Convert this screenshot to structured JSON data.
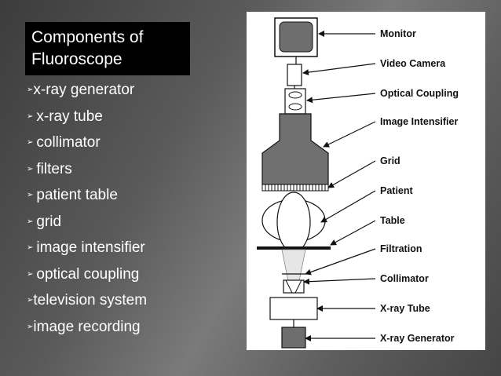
{
  "title": {
    "line1": "Components of",
    "line2": "Fluoroscope"
  },
  "bullets": [
    "x-ray generator",
    "x-ray tube",
    "collimator",
    "filters",
    "patient table",
    "grid",
    "image intensifier",
    "optical coupling",
    "television system",
    "image recording"
  ],
  "diagram": {
    "labels": {
      "monitor": "Monitor",
      "video_camera": "Video Camera",
      "optical_coupling": "Optical Coupling",
      "image_intensifier": "Image Intensifier",
      "grid": "Grid",
      "patient": "Patient",
      "table": "Table",
      "filtration": "Filtration",
      "collimator": "Collimator",
      "xray_tube": "X-ray Tube",
      "xray_generator": "X-ray Generator"
    }
  }
}
